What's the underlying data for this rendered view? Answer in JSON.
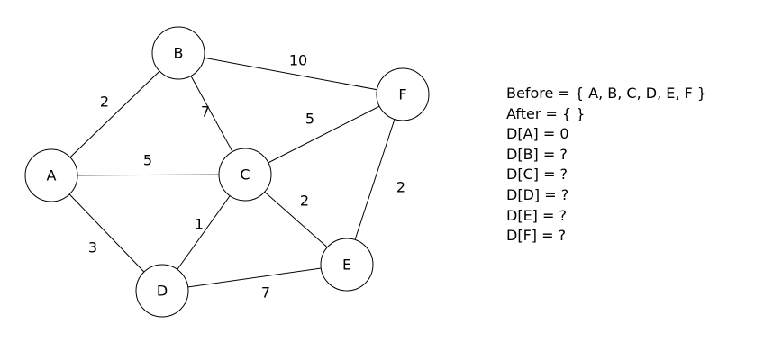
{
  "graph": {
    "nodes": [
      {
        "id": "A",
        "label": "A"
      },
      {
        "id": "B",
        "label": "B"
      },
      {
        "id": "C",
        "label": "C"
      },
      {
        "id": "D",
        "label": "D"
      },
      {
        "id": "E",
        "label": "E"
      },
      {
        "id": "F",
        "label": "F"
      }
    ],
    "edges": [
      {
        "from": "A",
        "to": "B",
        "weight": "2"
      },
      {
        "from": "A",
        "to": "C",
        "weight": "5"
      },
      {
        "from": "A",
        "to": "D",
        "weight": "3"
      },
      {
        "from": "B",
        "to": "C",
        "weight": "7"
      },
      {
        "from": "B",
        "to": "F",
        "weight": "10"
      },
      {
        "from": "C",
        "to": "F",
        "weight": "5"
      },
      {
        "from": "C",
        "to": "D",
        "weight": "1"
      },
      {
        "from": "C",
        "to": "E",
        "weight": "2"
      },
      {
        "from": "D",
        "to": "E",
        "weight": "7"
      },
      {
        "from": "E",
        "to": "F",
        "weight": "2"
      }
    ]
  },
  "state": {
    "before": "Before = { A, B, C, D, E, F }",
    "after": "After = { }",
    "distances": [
      "D[A] = 0",
      "D[B] = ?",
      "D[C] = ?",
      "D[D] = ?",
      "D[E] = ?",
      "D[F] = ?"
    ]
  }
}
